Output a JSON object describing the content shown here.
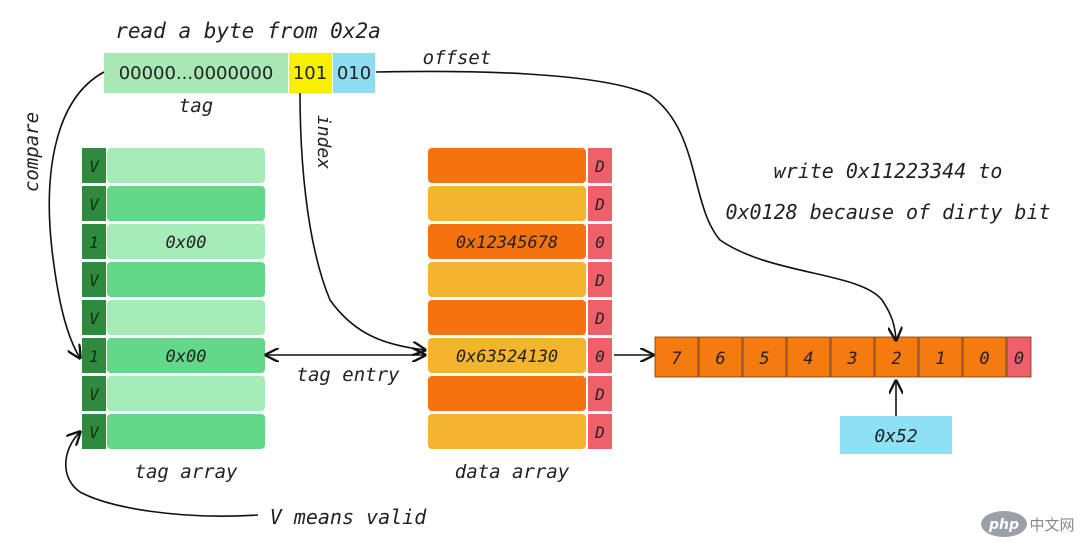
{
  "labels": {
    "title": "read a byte from 0x2a",
    "offset": "offset",
    "tag": "tag",
    "compare": "compare",
    "index": "index",
    "write_line1": "write 0x11223344 to",
    "write_line2": "0x0128 because of dirty bit",
    "tag_entry": "tag entry",
    "tag_array": "tag array",
    "data_array": "data array",
    "v_means_valid": "V means valid"
  },
  "address": {
    "tag_bits": "00000...0000000",
    "index_bits": "101",
    "offset_bits": "010"
  },
  "tag_array": {
    "rows": [
      {
        "valid": "V",
        "tag": ""
      },
      {
        "valid": "V",
        "tag": ""
      },
      {
        "valid": "1",
        "tag": "0x00"
      },
      {
        "valid": "V",
        "tag": ""
      },
      {
        "valid": "V",
        "tag": ""
      },
      {
        "valid": "1",
        "tag": "0x00"
      },
      {
        "valid": "V",
        "tag": ""
      },
      {
        "valid": "V",
        "tag": ""
      }
    ]
  },
  "data_array": {
    "rows": [
      {
        "data": "",
        "dirty": "D"
      },
      {
        "data": "",
        "dirty": "D"
      },
      {
        "data": "0x12345678",
        "dirty": "0"
      },
      {
        "data": "",
        "dirty": "D"
      },
      {
        "data": "",
        "dirty": "D"
      },
      {
        "data": "0x63524130",
        "dirty": "0"
      },
      {
        "data": "",
        "dirty": "D"
      },
      {
        "data": "",
        "dirty": "D"
      }
    ]
  },
  "cache_line": {
    "bytes": [
      "7",
      "6",
      "5",
      "4",
      "3",
      "2",
      "1",
      "0",
      "0"
    ]
  },
  "result_value": "0x52",
  "watermark": "中文网",
  "colors": {
    "tag_field": "#a8e8b4",
    "index_field": "#f7f000",
    "offset_field": "#8edcf0",
    "valid_col": "#2e8b3e",
    "tag_light": "#a6ecb8",
    "tag_mid": "#62d888",
    "data_orange": "#f5720e",
    "data_yellow": "#f3b42e",
    "dirty_col": "#f0606a",
    "line_orange": "#f57a10",
    "result_box": "#8ee0f4"
  }
}
